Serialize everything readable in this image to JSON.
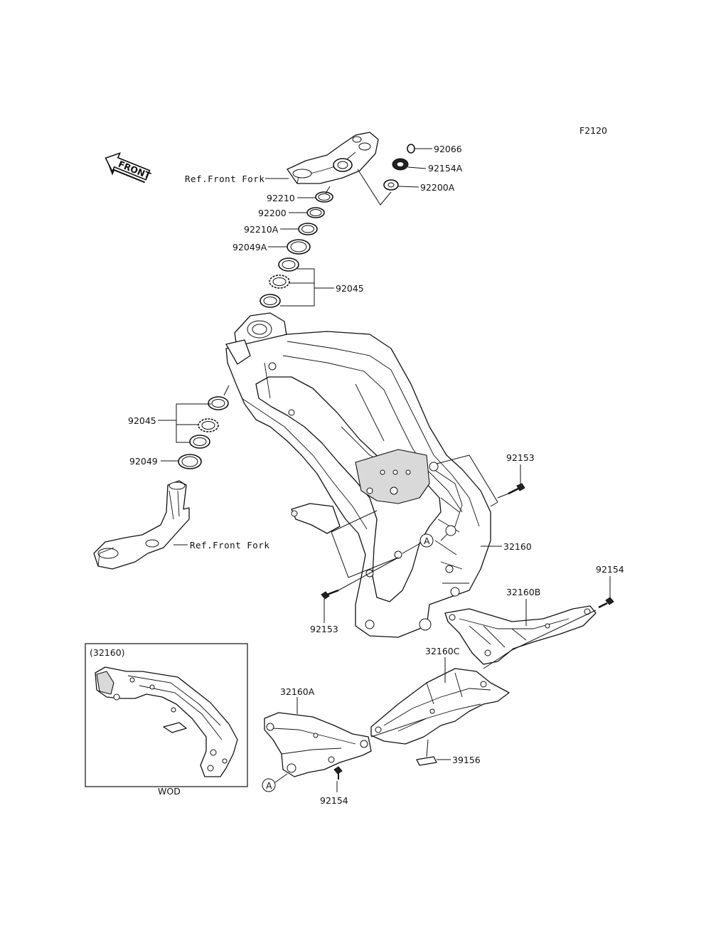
{
  "diagram_code": "F2120",
  "front_arrow_text": "FRONT",
  "ref_label_top": "Ref.Front Fork",
  "ref_label_bottom": "Ref.Front Fork",
  "callout_marker": "A",
  "inset": {
    "title": "(32160)",
    "caption": "WOD"
  },
  "part_numbers": {
    "p92066": "92066",
    "p92154A": "92154A",
    "p92200A": "92200A",
    "p92210": "92210",
    "p92200": "92200",
    "p92210A": "92210A",
    "p92049A": "92049A",
    "p92045_top": "92045",
    "p92045_bottom": "92045",
    "p92049": "92049",
    "p92153_right": "92153",
    "p32160": "32160",
    "p92153_left": "92153",
    "p92154_right": "92154",
    "p32160B": "32160B",
    "p32160C": "32160C",
    "p32160A": "32160A",
    "p39156": "39156",
    "p92154_bottom": "92154"
  }
}
